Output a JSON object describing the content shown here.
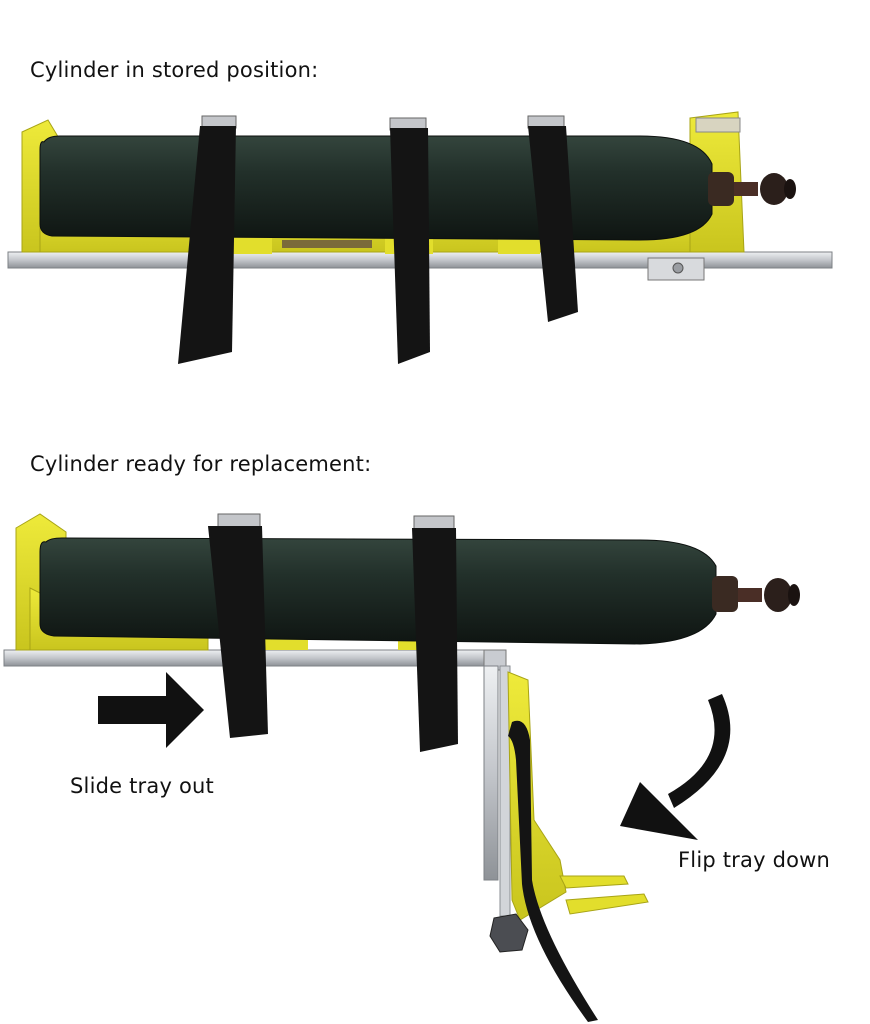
{
  "captions": {
    "stored": "Cylinder in stored position:",
    "ready": "Cylinder ready for replacement:",
    "slide": "Slide tray out",
    "flip": "Flip tray down"
  },
  "colors": {
    "tray_yellow": "#e4e02a",
    "tray_yellow_dark": "#b9b51a",
    "cylinder_green": "#1e2a24",
    "strap_black": "#141414",
    "rail_silver": "#c9ccd1",
    "arrow_black": "#111111"
  }
}
